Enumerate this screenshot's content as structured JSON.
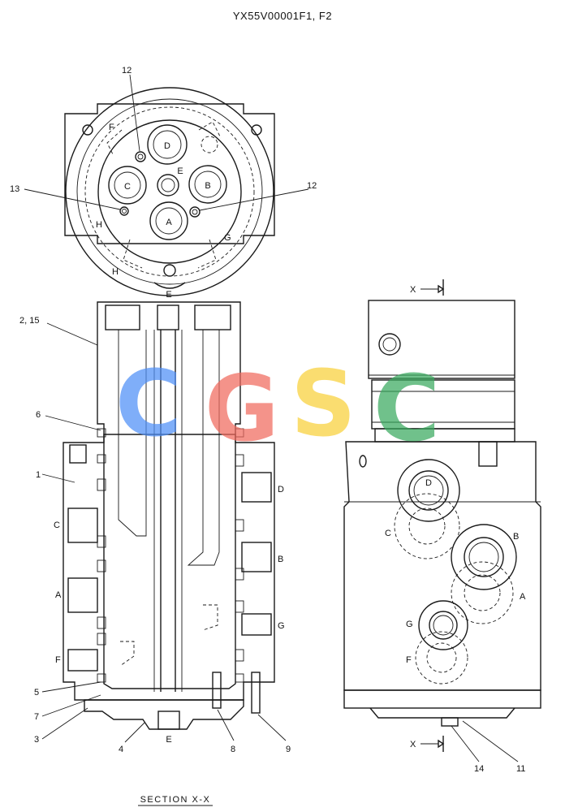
{
  "title": "YX55V00001F1, F2",
  "section_caption": "SECTION  X-X",
  "watermark": {
    "letters": [
      "C",
      "G",
      "S",
      "C"
    ],
    "colors": [
      "#4f8ff7",
      "#f06a5e",
      "#f9d13a",
      "#3aaa5f"
    ]
  },
  "top_view": {
    "ports": [
      "A",
      "B",
      "C",
      "D",
      "E"
    ],
    "zones": [
      "F",
      "G",
      "H",
      "H"
    ],
    "callouts": [
      "12",
      "12",
      "13"
    ]
  },
  "section_view": {
    "top_port": "E",
    "bottom_port": "E",
    "left_ports": [
      "C",
      "A",
      "F"
    ],
    "right_ports": [
      "D",
      "B",
      "G"
    ],
    "callouts_left": [
      "2, 15",
      "6",
      "1",
      "5",
      "7",
      "3"
    ],
    "callouts_bottom": [
      "4",
      "8",
      "9"
    ]
  },
  "side_view": {
    "section_marks": [
      "X",
      "X"
    ],
    "ports": [
      "D",
      "C",
      "B",
      "A",
      "G",
      "F"
    ],
    "callouts": [
      "14",
      "11"
    ]
  }
}
